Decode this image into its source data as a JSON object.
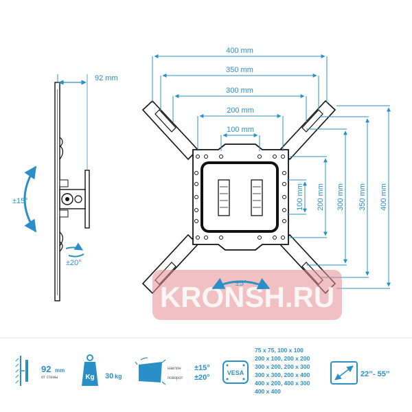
{
  "dimensions": {
    "horizontal": [
      "400 mm",
      "350 mm",
      "300 mm",
      "200 mm",
      "100 mm"
    ],
    "vertical": [
      "100 mm",
      "200 mm",
      "300 mm",
      "350 mm",
      "400 mm"
    ],
    "depth": "92 mm",
    "tilt_angle": "±15°",
    "swivel_angle": "±20°",
    "rotation_angle": "±5°"
  },
  "watermark": "KRONSH.RU",
  "specs": {
    "depth": {
      "value": "92",
      "unit": "mm",
      "note": "от стены"
    },
    "weight": {
      "icon_label": "Kg",
      "value": "30",
      "unit": "kg"
    },
    "tilt": {
      "label": "наклон",
      "value": "±15°"
    },
    "swivel": {
      "label": "поворот",
      "value": "±20°"
    },
    "vesa": {
      "label": "VESA",
      "lines": [
        "75 x 75, 100 x 100",
        "200 x 100, 200 x 200",
        "300 x 200, 200 x 300",
        "300 x 300, 200 x 400",
        "400 x 200, 400 x 300",
        "400 x 400"
      ]
    },
    "screen_size": "22’’- 55’’"
  },
  "colors": {
    "accent": "#2a8fc7",
    "watermark_bg": "#e38c90",
    "line": "#111111"
  }
}
